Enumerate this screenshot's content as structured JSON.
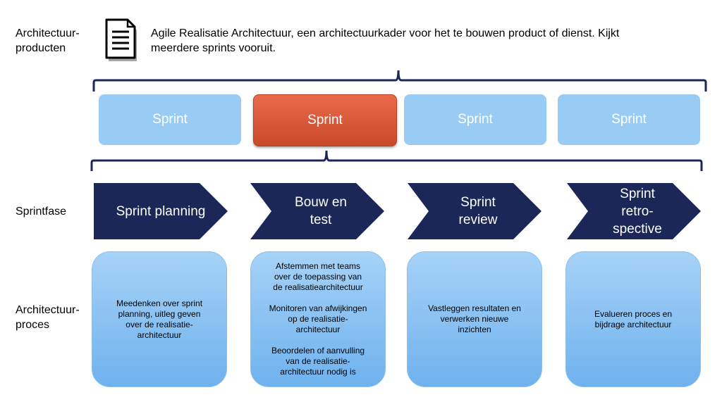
{
  "labels": {
    "products": [
      "Architectuur-",
      "producten"
    ],
    "phase": "Sprintfase",
    "process": [
      "Architectuur-",
      "proces"
    ]
  },
  "intro": {
    "icon": "document-icon",
    "lines": [
      "Agile Realisatie Architectuur, een architectuurkader voor het te bouwen product of dienst. Kijkt",
      "meerdere sprints vooruit."
    ]
  },
  "sprints": [
    {
      "label": "Sprint",
      "active": false
    },
    {
      "label": "Sprint",
      "active": true
    },
    {
      "label": "Sprint",
      "active": false
    },
    {
      "label": "Sprint",
      "active": false
    }
  ],
  "phases": [
    {
      "lines": [
        "Sprint planning"
      ]
    },
    {
      "lines": [
        "Bouw en",
        "test"
      ]
    },
    {
      "lines": [
        "Sprint",
        "review"
      ]
    },
    {
      "lines": [
        "Sprint",
        "retro-",
        "spective"
      ]
    }
  ],
  "activities": [
    {
      "paragraphs": [
        [
          "Meedenken over sprint",
          "planning, uitleg geven",
          "over de realisatie-",
          "architectuur"
        ]
      ]
    },
    {
      "paragraphs": [
        [
          "Afstemmen met teams",
          "over de toepassing van",
          "de realisatiearchitectuur"
        ],
        [
          "Monitoren van afwijkingen",
          "op de realisatie-",
          "architectuur"
        ],
        [
          "Beoordelen of aanvulling",
          "van de realisatie-",
          "architectuur nodig is"
        ]
      ]
    },
    {
      "paragraphs": [
        [
          "Vastleggen resultaten en",
          "verwerken nieuwe",
          "inzichten"
        ]
      ]
    },
    {
      "paragraphs": [
        [
          "Evalueren proces en",
          "bijdrage architectuur"
        ]
      ]
    }
  ],
  "colors": {
    "navy": "#1a2757",
    "sprint_blue": "#99ccf5",
    "sprint_active": "#d9593a",
    "box_blue": "#8ec3f2"
  }
}
